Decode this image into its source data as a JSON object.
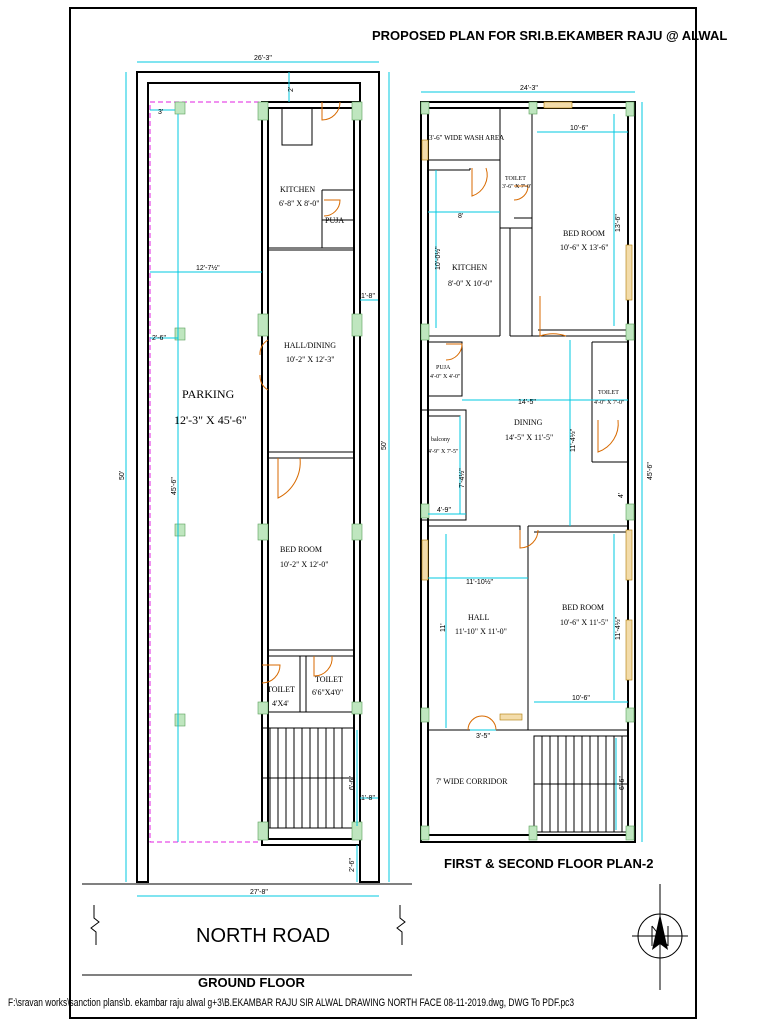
{
  "title": "PROPOSED PLAN FOR SRI.B.EKAMBER RAJU @ ALWAL",
  "ground_floor": {
    "label": "GROUND FLOOR",
    "road": "NORTH ROAD",
    "rooms": {
      "kitchen": {
        "name": "KITCHEN",
        "size": "6'-8\" X 8'-0\""
      },
      "puja": {
        "name": "PUJA"
      },
      "hall": {
        "name": "HALL/DINING",
        "size": "10'-2\" X 12'-3\""
      },
      "parking": {
        "name": "PARKING",
        "size": "12'-3\" X 45'-6\""
      },
      "bedroom": {
        "name": "BED ROOM",
        "size": "10'-2\" X 12'-0\""
      },
      "toilet1": {
        "name": "TOILET",
        "size": "4'X4'"
      },
      "toilet2": {
        "name": "TOILET",
        "size": "6'6\"X4'0\""
      }
    },
    "dims": {
      "top_width": "26'-3\"",
      "bottom_width": "27'-8\"",
      "left_depth": "50'",
      "right_depth": "50'",
      "parking_width": "12'-7½\"",
      "parking_depth": "45'-6\"",
      "setback_top": "2'",
      "col_offset": "3'",
      "side_offset": "2'-6\"",
      "right_offset_top": "1'-8\"",
      "stair_run": "6'-6\"",
      "right_offset_bottom": "1'-8\"",
      "bottom_setback": "2'-6\""
    }
  },
  "upper_floor": {
    "label": "FIRST & SECOND FLOOR PLAN-2",
    "rooms": {
      "wash": {
        "name": "3'-6\" WIDE WASH AREA"
      },
      "toilet_top": {
        "name": "TOILET",
        "size": "3'-6\" X 7'-0\""
      },
      "bedroom1": {
        "name": "BED ROOM",
        "size": "10'-6\" X 13'-6\""
      },
      "kitchen": {
        "name": "KITCHEN",
        "size": "8'-0\" X 10'-0\""
      },
      "puja": {
        "name": "PUJA",
        "size": "4'-0\" X 4'-0\""
      },
      "toilet_mid": {
        "name": "TOILET",
        "size": "4'-0\" X 7'-0\""
      },
      "dining": {
        "name": "DINING",
        "size": "14'-5\" X 11'-5\""
      },
      "balcony": {
        "name": "balcony",
        "size": "4'-9\" X 7'-5\""
      },
      "hall": {
        "name": "HALL",
        "size": "11'-10\" X 11'-0\""
      },
      "bedroom2": {
        "name": "BED ROOM",
        "size": "10'-6\" X 11'-5\""
      },
      "corridor": {
        "name": "7' WIDE CORRIDOR"
      }
    },
    "dims": {
      "top_width": "24'-3\"",
      "bedroom_width": "10'-6\"",
      "bedroom_depth": "13'-6\"",
      "kitchen_width": "8'",
      "kitchen_depth": "10'-0½\"",
      "dining_width": "14'-5\"",
      "dining_depth": "11'-4½\"",
      "balcony_depth": "7'-4½\"",
      "balcony_width": "4'-9\"",
      "right_depth": "45'-6\"",
      "hall_width": "11'-10½\"",
      "hall_depth": "11'",
      "bedroom2_depth": "11'-4½\"",
      "bedroom2_width": "10'-6\"",
      "door_width": "3'-5\"",
      "stair_run": "6'-6\"",
      "gap": "4'"
    }
  },
  "footer": "F:\\sravan works\\sanction plans\\b. ekambar raju alwal g+3\\B.EKAMBAR RAJU SIR ALWAL DRAWING NORTH FACE 08-11-2019.dwg, DWG To PDF.pc3"
}
